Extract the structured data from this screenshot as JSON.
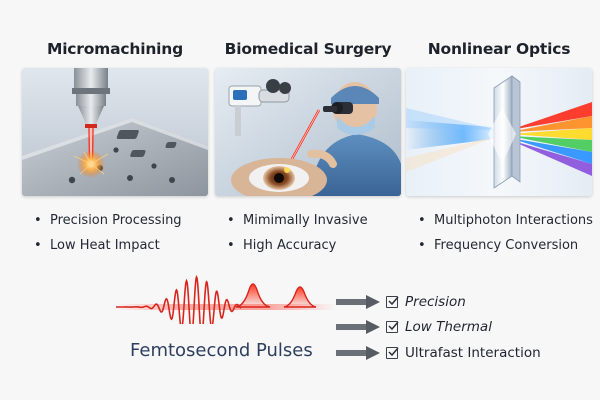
{
  "panels": [
    {
      "title": "Micromachining",
      "bullets": [
        "Precision Processing",
        "Low Heat Impact"
      ]
    },
    {
      "title": "Biomedical Surgery",
      "bullets": [
        "Mimimally Invasive",
        "High Accuracy"
      ]
    },
    {
      "title": "Nonlinear Optics",
      "bullets": [
        "Multiphoton Interactions",
        "Frequency Conversion"
      ]
    }
  ],
  "pulse": {
    "label": "Femtosecond Pulses"
  },
  "benefits": [
    {
      "label": "Precision",
      "style": "italic"
    },
    {
      "label": "Low Thermal",
      "style": "italic"
    },
    {
      "label": "Ultrafast Interaction",
      "style": "normal"
    }
  ],
  "colors": {
    "laser_red": "#d9261c",
    "title_text": "#1d222b",
    "pulse_label_text": "#2e3f5e",
    "background": "#f7f7f8"
  },
  "icons": [
    "laser-head-icon",
    "surgeon-icon",
    "prism-icon",
    "arrow-right-icon",
    "checkbox-checked-icon"
  ]
}
